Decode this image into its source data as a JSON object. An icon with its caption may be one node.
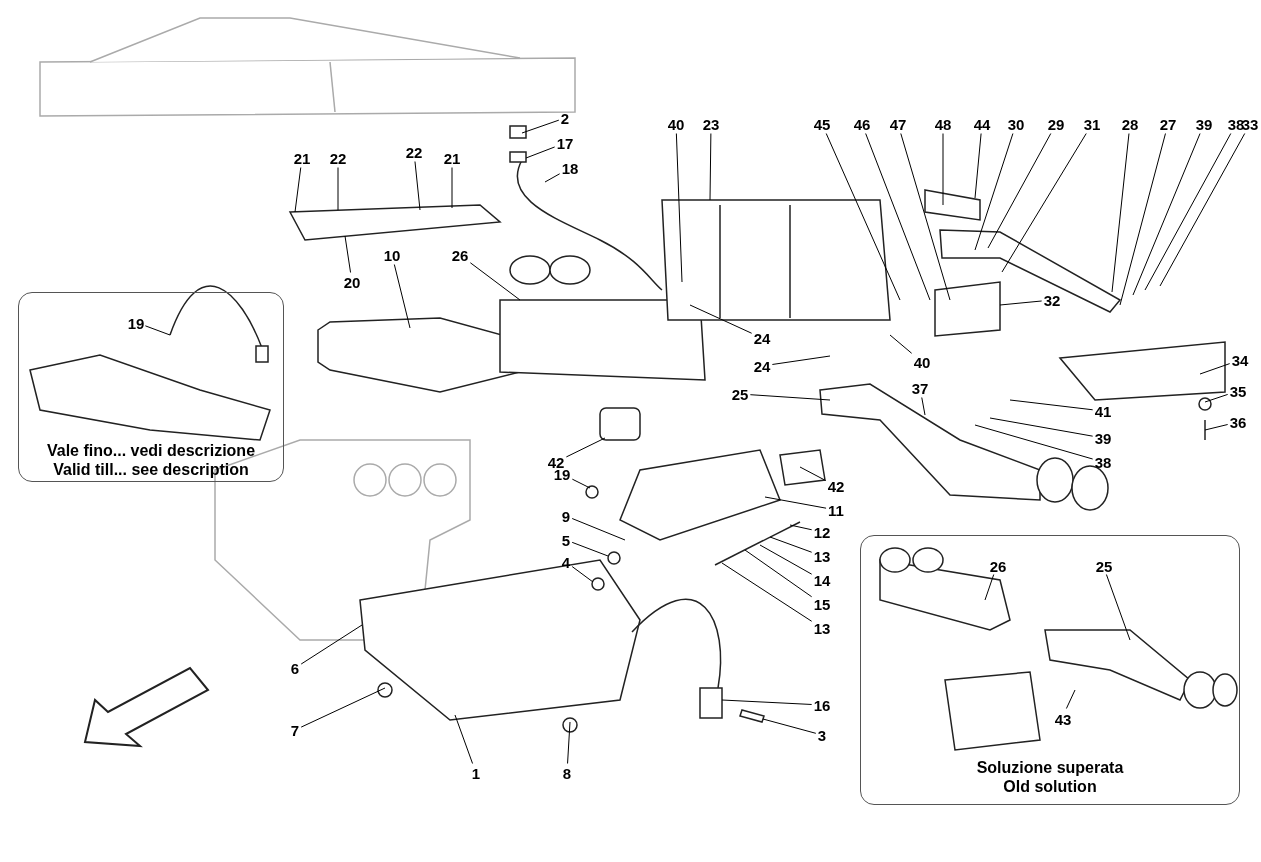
{
  "diagram": {
    "nodes": [
      {
        "text": [
          "Vale fino... vedi descrizione",
          "Valid till... see description"
        ]
      },
      {
        "text": [
          "Soluzione superata",
          "Old solution"
        ]
      },
      {
        "text": [
          "2"
        ]
      },
      {
        "text": [
          "17"
        ]
      },
      {
        "text": [
          "18"
        ]
      },
      {
        "text": [
          "21"
        ]
      },
      {
        "text": [
          "22"
        ]
      },
      {
        "text": [
          "22"
        ]
      },
      {
        "text": [
          "21"
        ]
      },
      {
        "text": [
          "20"
        ]
      },
      {
        "text": [
          "10"
        ]
      },
      {
        "text": [
          "26"
        ]
      },
      {
        "text": [
          "40"
        ]
      },
      {
        "text": [
          "23"
        ]
      },
      {
        "text": [
          "45"
        ]
      },
      {
        "text": [
          "46"
        ]
      },
      {
        "text": [
          "47"
        ]
      },
      {
        "text": [
          "48"
        ]
      },
      {
        "text": [
          "44"
        ]
      },
      {
        "text": [
          "30"
        ]
      },
      {
        "text": [
          "29"
        ]
      },
      {
        "text": [
          "31"
        ]
      },
      {
        "text": [
          "28"
        ]
      },
      {
        "text": [
          "27"
        ]
      },
      {
        "text": [
          "39"
        ]
      },
      {
        "text": [
          "38"
        ]
      },
      {
        "text": [
          "33"
        ]
      },
      {
        "text": [
          "32"
        ]
      },
      {
        "text": [
          "19"
        ],
        "in": 0
      },
      {
        "text": [
          "24"
        ]
      },
      {
        "text": [
          "40"
        ]
      },
      {
        "text": [
          "24"
        ]
      },
      {
        "text": [
          "25"
        ]
      },
      {
        "text": [
          "34"
        ]
      },
      {
        "text": [
          "37"
        ]
      },
      {
        "text": [
          "41"
        ]
      },
      {
        "text": [
          "39"
        ]
      },
      {
        "text": [
          "38"
        ]
      },
      {
        "text": [
          "35"
        ]
      },
      {
        "text": [
          "36"
        ]
      },
      {
        "text": [
          "42"
        ]
      },
      {
        "text": [
          "42"
        ]
      },
      {
        "text": [
          "11"
        ]
      },
      {
        "text": [
          "12"
        ]
      },
      {
        "text": [
          "13"
        ]
      },
      {
        "text": [
          "14"
        ]
      },
      {
        "text": [
          "15"
        ]
      },
      {
        "text": [
          "13"
        ]
      },
      {
        "text": [
          "19"
        ]
      },
      {
        "text": [
          "9"
        ]
      },
      {
        "text": [
          "5"
        ]
      },
      {
        "text": [
          "4"
        ]
      },
      {
        "text": [
          "6"
        ]
      },
      {
        "text": [
          "7"
        ]
      },
      {
        "text": [
          "1"
        ]
      },
      {
        "text": [
          "8"
        ]
      },
      {
        "text": [
          "16"
        ]
      },
      {
        "text": [
          "3"
        ]
      },
      {
        "text": [
          "26"
        ],
        "in": 1
      },
      {
        "text": [
          "25"
        ],
        "in": 1
      },
      {
        "text": [
          "43"
        ],
        "in": 1
      }
    ],
    "edges": [
      {
        "from": 2,
        "to": null,
        "arrow": "none"
      },
      {
        "from": 3,
        "to": null,
        "arrow": "none"
      },
      {
        "from": 4,
        "to": null,
        "arrow": "none"
      },
      {
        "from": 5,
        "to": null,
        "arrow": "none"
      },
      {
        "from": 6,
        "to": null,
        "arrow": "none"
      },
      {
        "from": 7,
        "to": null,
        "arrow": "none"
      },
      {
        "from": 8,
        "to": null,
        "arrow": "none"
      },
      {
        "from": 9,
        "to": null,
        "arrow": "none"
      },
      {
        "from": 10,
        "to": null,
        "arrow": "none"
      },
      {
        "from": 11,
        "to": null,
        "arrow": "none"
      },
      {
        "from": 12,
        "to": null,
        "arrow": "none"
      },
      {
        "from": 13,
        "to": null,
        "arrow": "none"
      },
      {
        "from": 14,
        "to": null,
        "arrow": "none"
      },
      {
        "from": 15,
        "to": null,
        "arrow": "none"
      },
      {
        "from": 16,
        "to": null,
        "arrow": "none"
      },
      {
        "from": 17,
        "to": null,
        "arrow": "none"
      },
      {
        "from": 18,
        "to": null,
        "arrow": "none"
      },
      {
        "from": 19,
        "to": null,
        "arrow": "none"
      },
      {
        "from": 20,
        "to": null,
        "arrow": "none"
      },
      {
        "from": 21,
        "to": null,
        "arrow": "none"
      },
      {
        "from": 22,
        "to": null,
        "arrow": "none"
      },
      {
        "from": 23,
        "to": null,
        "arrow": "none"
      },
      {
        "from": 24,
        "to": null,
        "arrow": "none"
      },
      {
        "from": 25,
        "to": null,
        "arrow": "none"
      },
      {
        "from": 26,
        "to": null,
        "arrow": "none"
      },
      {
        "from": 27,
        "to": null,
        "arrow": "none"
      },
      {
        "from": 28,
        "to": null,
        "arrow": "none"
      },
      {
        "from": 29,
        "to": null,
        "arrow": "none"
      },
      {
        "from": 30,
        "to": null,
        "arrow": "none"
      },
      {
        "from": 31,
        "to": null,
        "arrow": "none"
      },
      {
        "from": 32,
        "to": null,
        "arrow": "none"
      },
      {
        "from": 33,
        "to": null,
        "arrow": "none"
      },
      {
        "from": 34,
        "to": null,
        "arrow": "none"
      },
      {
        "from": 35,
        "to": null,
        "arrow": "none"
      },
      {
        "from": 36,
        "to": null,
        "arrow": "none"
      },
      {
        "from": 37,
        "to": null,
        "arrow": "none"
      },
      {
        "from": 38,
        "to": null,
        "arrow": "none"
      },
      {
        "from": 39,
        "to": null,
        "arrow": "none"
      },
      {
        "from": 40,
        "to": null,
        "arrow": "none"
      },
      {
        "from": 41,
        "to": null,
        "arrow": "none"
      },
      {
        "from": 42,
        "to": null,
        "arrow": "none"
      },
      {
        "from": 43,
        "to": null,
        "arrow": "none"
      },
      {
        "from": 44,
        "to": null,
        "arrow": "none"
      },
      {
        "from": 45,
        "to": null,
        "arrow": "none"
      },
      {
        "from": 46,
        "to": null,
        "arrow": "none"
      },
      {
        "from": 47,
        "to": null,
        "arrow": "none"
      },
      {
        "from": 48,
        "to": null,
        "arrow": "none"
      },
      {
        "from": 49,
        "to": null,
        "arrow": "none"
      },
      {
        "from": 50,
        "to": null,
        "arrow": "none"
      },
      {
        "from": 51,
        "to": null,
        "arrow": "none"
      },
      {
        "from": 52,
        "to": null,
        "arrow": "none"
      },
      {
        "from": 53,
        "to": null,
        "arrow": "none"
      },
      {
        "from": 54,
        "to": null,
        "arrow": "none"
      },
      {
        "from": 55,
        "to": null,
        "arrow": "none"
      },
      {
        "from": 56,
        "to": null,
        "arrow": "none"
      },
      {
        "from": 57,
        "to": null,
        "arrow": "none"
      },
      {
        "from": 58,
        "to": null,
        "arrow": "none"
      },
      {
        "from": 59,
        "to": null,
        "arrow": "none"
      },
      {
        "from": 60,
        "to": null,
        "arrow": "none"
      }
    ]
  }
}
